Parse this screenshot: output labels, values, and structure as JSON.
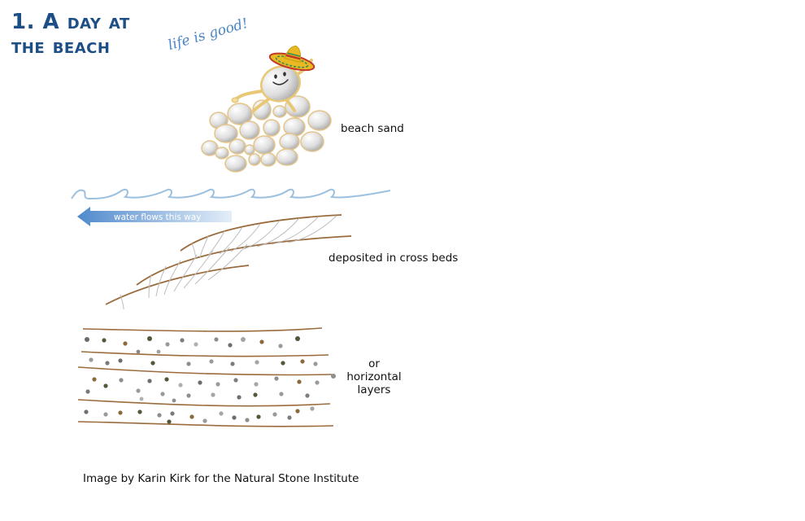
{
  "title": {
    "line1": "1. A day at",
    "line2": "the beach"
  },
  "handwriting": "life is good!",
  "labels": {
    "beach_sand": "beach sand",
    "water_flow": "water flows this way",
    "cross_beds": "deposited in cross beds",
    "horizontal_line1": "or",
    "horizontal_line2": "horizontal",
    "horizontal_line3": "layers"
  },
  "credit": "Image by Karin Kirk for the Natural Stone Institute",
  "colors": {
    "title": "#1d4f86",
    "handwriting": "#4a85c4",
    "wave": "#9cc0e0",
    "arrow": "#5b93d3",
    "layer_line": "#9a6b3c",
    "cross_line": "#bdbdbd",
    "grain_fill": "#d7d7d7",
    "grain_edge": "#e3c58a",
    "sombrero": "#e8b923"
  }
}
